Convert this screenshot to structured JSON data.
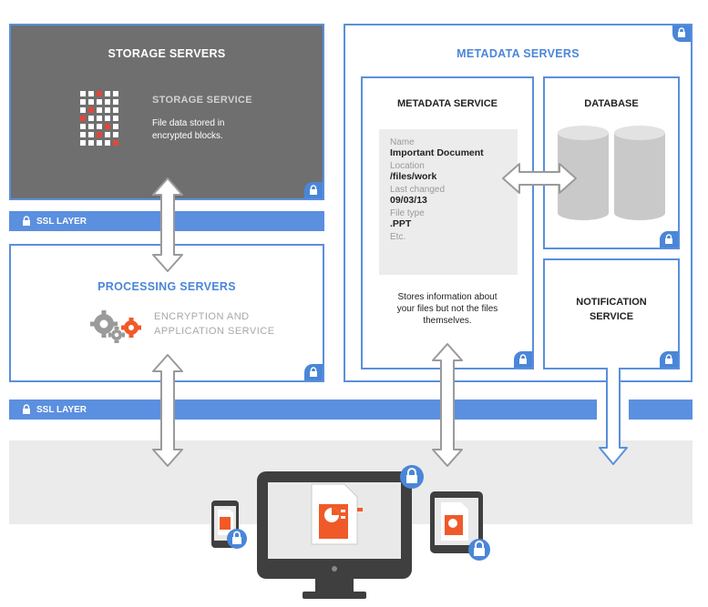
{
  "storage": {
    "title": "STORAGE SERVERS",
    "service_title": "STORAGE SERVICE",
    "service_desc_1": "File data stored in",
    "service_desc_2": "encrypted blocks."
  },
  "ssl_label": "SSL LAYER",
  "processing": {
    "title": "PROCESSING SERVERS",
    "service_line_1": "ENCRYPTION AND",
    "service_line_2": "APPLICATION SERVICE"
  },
  "metadata": {
    "title": "METADATA SERVERS",
    "service_title": "METADATA SERVICE",
    "fields": {
      "name_label": "Name",
      "name_value": "Important Document",
      "location_label": "Location",
      "location_value": "/files/work",
      "changed_label": "Last changed",
      "changed_value": "09/03/13",
      "type_label": "File type",
      "type_value": ".PPT",
      "etc": "Etc."
    },
    "desc_1": "Stores information about",
    "desc_2": "your files but not the files",
    "desc_3": "themselves."
  },
  "database": {
    "title": "DATABASE"
  },
  "notification": {
    "line_1": "NOTIFICATION",
    "line_2": "SERVICE"
  },
  "colors": {
    "accent_blue": "#4a86d8",
    "storage_gray": "#6f6f6f",
    "orange": "#f05a28",
    "client_band": "#ebebeb"
  }
}
